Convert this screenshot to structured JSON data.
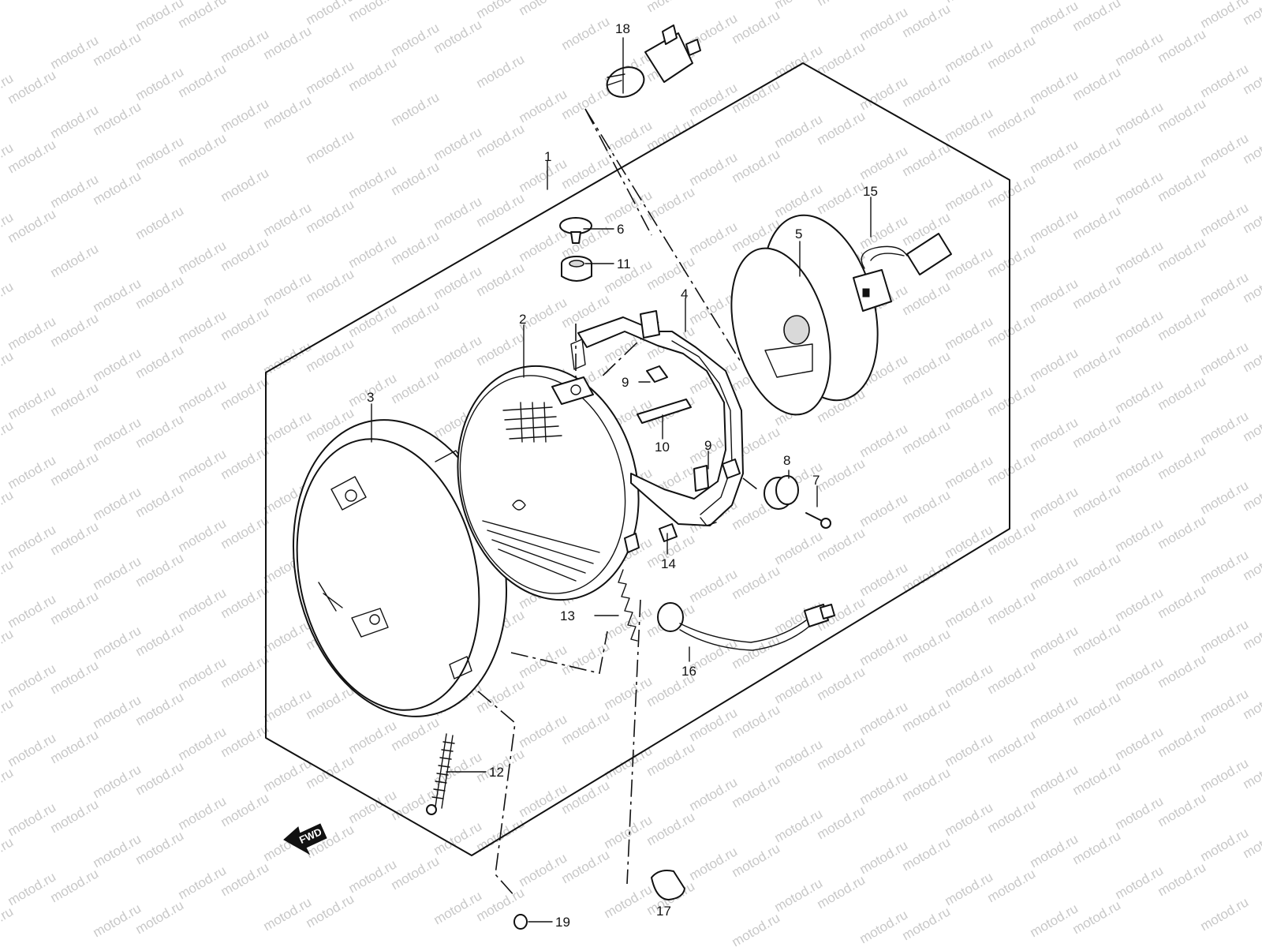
{
  "watermark": "motod.ru",
  "direction_label": "FWD",
  "callouts": {
    "c1": "1",
    "c2": "2",
    "c3": "3",
    "c4": "4",
    "c5": "5",
    "c6": "6",
    "c7": "7",
    "c8": "8",
    "c9a": "9",
    "c9b": "9",
    "c10": "10",
    "c11": "11",
    "c12": "12",
    "c13": "13",
    "c14": "14",
    "c15": "15",
    "c16": "16",
    "c17": "17",
    "c18": "18",
    "c19": "19"
  }
}
